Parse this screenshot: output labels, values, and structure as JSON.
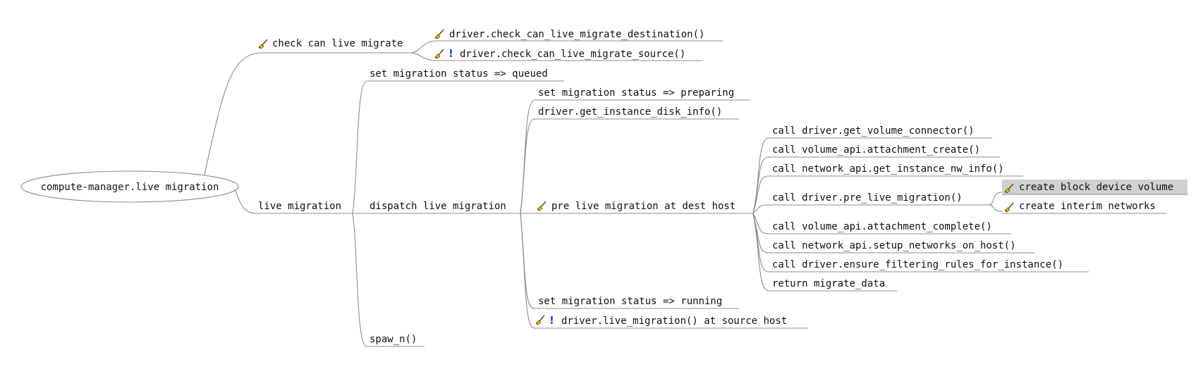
{
  "mindmap": {
    "root": "compute-manager.live migration",
    "check": {
      "label": "check can live migrate",
      "destination": "driver.check_can_live_migrate_destination()",
      "source": "driver.check_can_live_migrate_source()"
    },
    "live": {
      "label": "live migration",
      "queued": "set migration status => queued",
      "spawn": "spaw_n()",
      "dispatch": {
        "label": "dispatch live migration",
        "preparing": "set migration status => preparing",
        "disk_info": "driver.get_instance_disk_info()",
        "running": "set migration status => running",
        "source_migration": "driver.live_migration() at source host",
        "pre": {
          "label": "pre live migration at dest host",
          "volume_connector": "call driver.get_volume_connector()",
          "attachment_create": "call volume_api.attachment_create()",
          "nw_info": "call network_api.get_instance_nw_info()",
          "pre_live": {
            "label": "call driver.pre_live_migration()",
            "block_device": "create block device volume",
            "interim_networks": "create interim networks"
          },
          "attachment_complete": "call volume_api.attachment_complete()",
          "setup_networks": "call network_api.setup_networks_on_host()",
          "filtering_rules": "call driver.ensure_filtering_rules_for_instance()",
          "return": "return migrate_data"
        }
      }
    }
  },
  "icons": {
    "broom": "broom-icon",
    "warning": "exclamation-icon"
  },
  "colors": {
    "line": "#8c8c8c",
    "text": "#111111",
    "selected": "#d0d0d0",
    "warning": "#1f4fbf"
  }
}
